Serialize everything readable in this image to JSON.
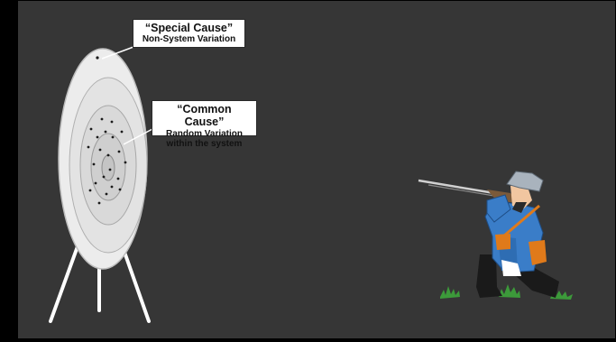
{
  "colors": {
    "background": "#363636",
    "frame": "#000000",
    "target_outer": "#e9e9e9",
    "target_ring": "#d6d6d6",
    "callout_bg": "#ffffff"
  },
  "callouts": {
    "special": {
      "title": "“Special Cause”",
      "subtitle": "Non-System Variation"
    },
    "common": {
      "title": "“Common Cause”",
      "line1": "Random Variation",
      "line2": "within the system"
    }
  }
}
